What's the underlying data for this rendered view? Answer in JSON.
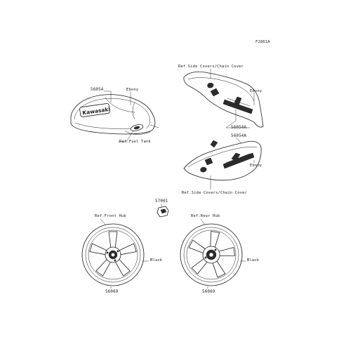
{
  "figure_id": "F2861A",
  "fuel_tank": {
    "part_no": "56054",
    "color": "Ebony",
    "ref": "Ref.Fuel Tank",
    "logo_text": "Kawasaki"
  },
  "side_cover_upper": {
    "ref": "Ref.Side Covers/Chain Cover",
    "color": "Ebony",
    "part_no": "56054A"
  },
  "side_cover_lower": {
    "part_no": "56054A",
    "color": "Ebony",
    "ref": "Ref.Side Covers/Chain Cover"
  },
  "emblem": {
    "part_no": "57001"
  },
  "front_wheel": {
    "ref": "Ref.Front Hub",
    "color": "Black",
    "part_no": "56069"
  },
  "rear_wheel": {
    "ref": "Ref.Rear Hub",
    "color": "Black",
    "part_no": "56069"
  }
}
